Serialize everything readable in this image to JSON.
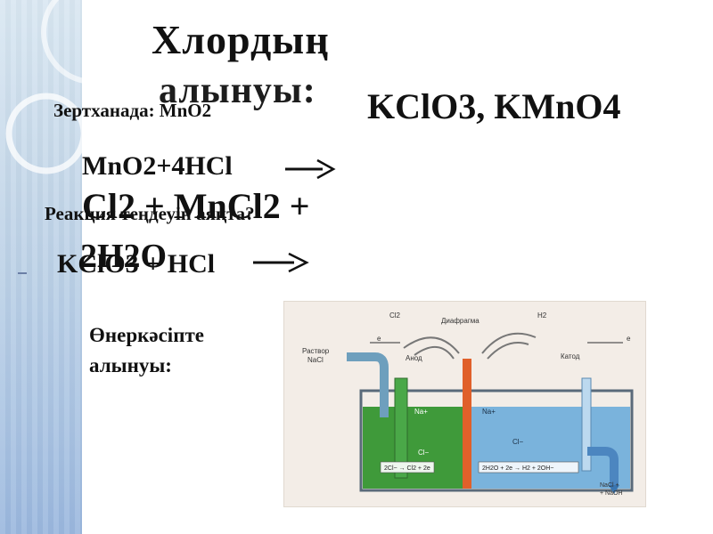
{
  "slide": {
    "title_line1": "Хлордың",
    "title_line2": "алынуы:",
    "lab_label": "Зертханада: MnO2",
    "lab_reagents": "KClO3, KMnO4",
    "eq1_left": "MnO2+4HCl",
    "eq1_products": "Cl2 + MnCl2 +",
    "eq1_water": "2H2O",
    "question": "Реакция теңдеуін аяқта?",
    "eq2": "KClO3 + HCl",
    "industrial_line1": "Өнеркәсіпте",
    "industrial_line2": "алынуы:"
  },
  "diagram": {
    "labels": {
      "cl2": "Cl2",
      "diaphragm": "Диафрагма",
      "h2": "H2",
      "raствор": "Раствор",
      "nacl": "NaCl",
      "anode": "Анод",
      "cathode": "Катод",
      "na_left": "Na+",
      "cl_left": "Cl−",
      "na_right": "Na+",
      "cl_right": "Cl−",
      "left_reaction": "2Cl− → Cl2 + 2e",
      "right_reaction": "2H2O + 2e → H2 + 2OH−",
      "out1": "NaCl +",
      "out2": "+ NaOH",
      "electron_left": "e",
      "electron_right": "e"
    },
    "colors": {
      "green_solution": "#3f9a3a",
      "blue_solution": "#7ab3dc",
      "diaphragm": "#e0602a",
      "tank": "#5a6a7a"
    }
  }
}
